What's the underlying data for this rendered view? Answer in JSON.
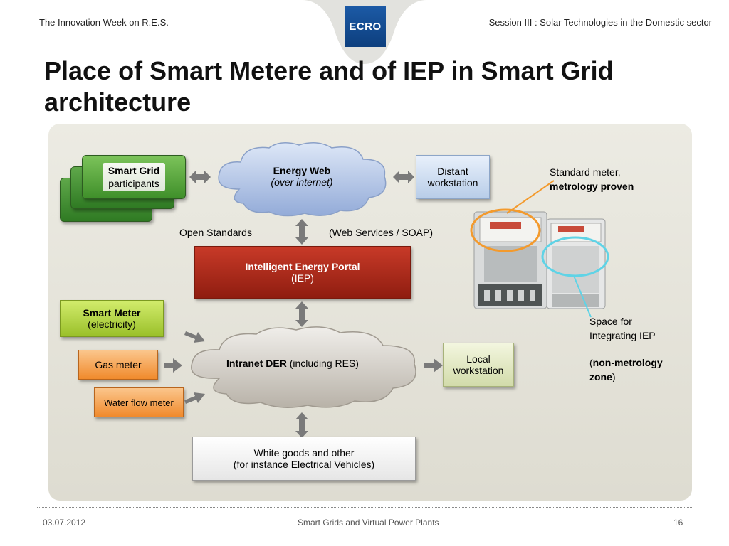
{
  "header": {
    "left": "The Innovation Week on R.E.S.",
    "right": "Session III : Solar Technologies in the Domestic sector",
    "logo_text": "ECRO"
  },
  "title": "Place of Smart Metere and of IEP in Smart Grid architecture",
  "diagram": {
    "smart_grid": {
      "line1": "Smart Grid",
      "line2": "participants"
    },
    "energy_web": {
      "line1": "Energy Web",
      "line2": "(over internet)"
    },
    "distant": {
      "line1": "Distant",
      "line2": "workstation"
    },
    "standard_meter": {
      "line1": "Standard meter,",
      "line2": "metrology proven"
    },
    "open_standards": "Open Standards",
    "web_services": "(Web Services / SOAP)",
    "iep": {
      "line1": "Intelligent Energy Portal",
      "line2": "(IEP)"
    },
    "smart_meter": {
      "line1": "Smart Meter",
      "line2": "(electricity)"
    },
    "gas_meter": "Gas meter",
    "water_meter": "Water flow meter",
    "intranet": {
      "bold": "Intranet DER",
      "rest": " (including RES)"
    },
    "local": {
      "line1": "Local",
      "line2": "workstation"
    },
    "space": {
      "line1": "Space for",
      "line2": "Integrating IEP",
      "paren_open": "(",
      "bold": "non-metrology",
      "bold2": "zone",
      "paren_close": ")"
    },
    "white_goods": {
      "line1": "White goods and other",
      "line2": "(for instance Electrical Vehicles)"
    }
  },
  "footer": {
    "date": "03.07.2012",
    "center": "Smart Grids and Virtual Power Plants",
    "page": "16"
  },
  "colors": {
    "iep": "#b0301f",
    "smart_grid": "#4e9a3a",
    "smart_meter": "#b6d64a",
    "gas": "#f4a55a",
    "cloud": "#aebfe0",
    "orange_ring": "#f39a2d",
    "cyan_ring": "#5fd3e6"
  }
}
